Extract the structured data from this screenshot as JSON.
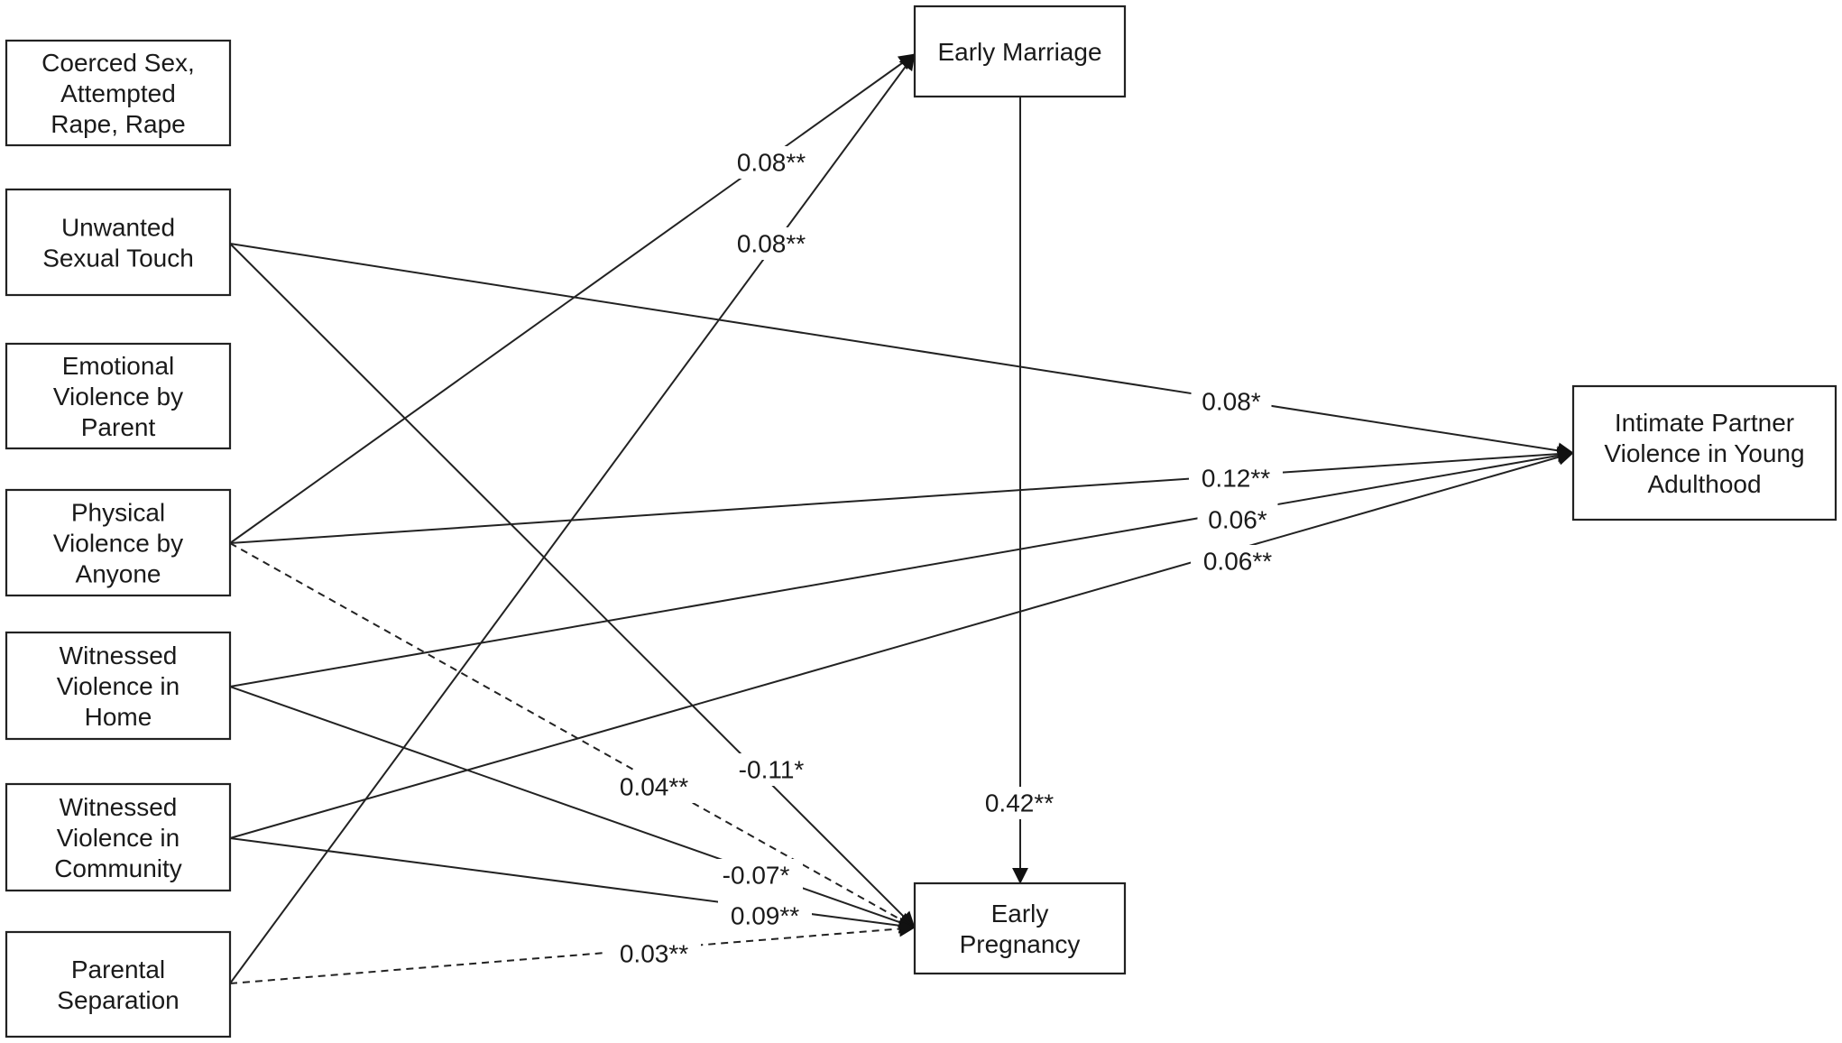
{
  "nodes": [
    {
      "id": "coerced_sex",
      "lines": [
        "Coerced Sex,",
        "Attempted",
        "Rape, Rape"
      ]
    },
    {
      "id": "unwanted_touch",
      "lines": [
        "Unwanted",
        "Sexual Touch"
      ]
    },
    {
      "id": "emotional_violence",
      "lines": [
        "Emotional",
        "Violence by",
        "Parent"
      ]
    },
    {
      "id": "physical_violence",
      "lines": [
        "Physical",
        "Violence by",
        "Anyone"
      ]
    },
    {
      "id": "witnessed_home",
      "lines": [
        "Witnessed",
        "Violence in",
        "Home"
      ]
    },
    {
      "id": "witnessed_community",
      "lines": [
        "Witnessed",
        "Violence in",
        "Community"
      ]
    },
    {
      "id": "parental_separation",
      "lines": [
        "Parental",
        "Separation"
      ]
    },
    {
      "id": "early_marriage",
      "lines": [
        "Early Marriage"
      ]
    },
    {
      "id": "early_pregnancy",
      "lines": [
        "Early",
        "Pregnancy"
      ]
    },
    {
      "id": "ipv",
      "lines": [
        "Intimate Partner",
        "Violence in Young",
        "Adulthood"
      ]
    }
  ],
  "paths": [
    {
      "from": "physical_violence",
      "to": "early_marriage",
      "coefficient": "0.08**",
      "style": "solid"
    },
    {
      "from": "parental_separation",
      "to": "early_marriage",
      "coefficient": "0.08**",
      "style": "solid"
    },
    {
      "from": "unwanted_touch",
      "to": "ipv",
      "coefficient": "0.08*",
      "style": "solid"
    },
    {
      "from": "physical_violence",
      "to": "ipv",
      "coefficient": "0.12**",
      "style": "solid"
    },
    {
      "from": "witnessed_home",
      "to": "ipv",
      "coefficient": "0.06*",
      "style": "solid"
    },
    {
      "from": "witnessed_community",
      "to": "ipv",
      "coefficient": "0.06**",
      "style": "solid"
    },
    {
      "from": "unwanted_touch",
      "to": "early_pregnancy",
      "coefficient": "-0.11*",
      "style": "solid"
    },
    {
      "from": "physical_violence",
      "to": "early_pregnancy",
      "coefficient": "0.04**",
      "style": "dashed"
    },
    {
      "from": "witnessed_home",
      "to": "early_pregnancy",
      "coefficient": "-0.07*",
      "style": "solid"
    },
    {
      "from": "witnessed_community",
      "to": "early_pregnancy",
      "coefficient": "0.09**",
      "style": "solid"
    },
    {
      "from": "parental_separation",
      "to": "early_pregnancy",
      "coefficient": "0.03**",
      "style": "dashed"
    },
    {
      "from": "early_marriage",
      "to": "early_pregnancy",
      "coefficient": "0.42**",
      "style": "solid"
    }
  ]
}
